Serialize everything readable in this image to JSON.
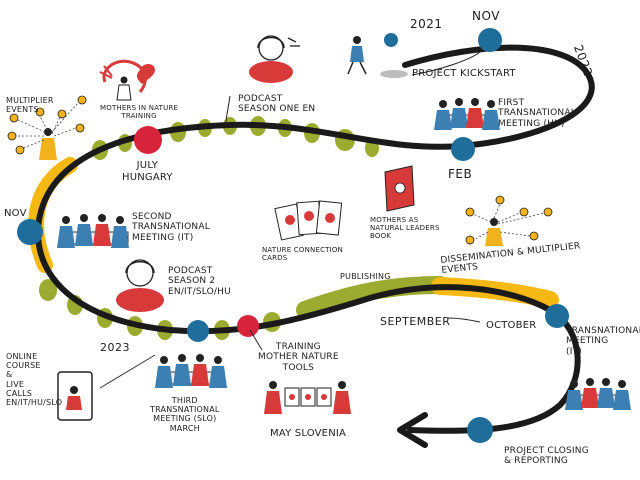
{
  "colors": {
    "path": "#1a1a1a",
    "yellow": "#f6b914",
    "olive": "#9bab30",
    "blue": "#1f6d9a",
    "red": "#d8243a",
    "person_blue": "#3b7fb3",
    "person_red": "#d83a3a",
    "person_yellow": "#f2b21c"
  },
  "labels": {
    "year_2021": "2021",
    "month_nov_top": "NOV",
    "year_2022": "2022",
    "kickstart": "PROJECT KICKSTART",
    "first_meeting": "FIRST\nTRANSNATIONAL\nMEETING (HU)",
    "feb": "FEB",
    "podcast_1": "PODCAST\nSEASON ONE EN",
    "mothers_training": "MOTHERS IN NATURE\nTRAINING",
    "july_hungary": "JULY\nHUNGARY",
    "multiplier_left": "MULTIPLIER\nEVENTS",
    "nov_left": "NOV",
    "second_meeting": "SECOND\nTRANSNATIONAL\nMEETING (IT)",
    "nature_cards": "NATURE CONNECTION\nCARDS",
    "publishing": "PUBLISHING",
    "book": "MOTHERS AS\nNATURAL LEADERS\nBOOK",
    "dissemination": "DISSEMINATION & MULTIPLIER\nEVENTS",
    "podcast_2": "PODCAST\nSEASON 2\nEN/IT/SLO/HU",
    "september": "SEPTEMBER",
    "october": "OCTOBER",
    "year_2023": "2023",
    "transnational_it": "TRANSNATIONAL\nMEETING\n(IT)",
    "online_course": "ONLINE\nCOURSE\n&\nLIVE\nCALLS\nEN/IT/HU/SLO",
    "training_tools": "TRAINING\nMOTHER NATURE\nTOOLS",
    "third_meeting": "THIRD\nTRANSNATIONAL\nMEETING (SLO)\nMARCH",
    "may_slovenia": "MAY SLOVENIA",
    "closing": "PROJECT CLOSING\n& REPORTING"
  }
}
